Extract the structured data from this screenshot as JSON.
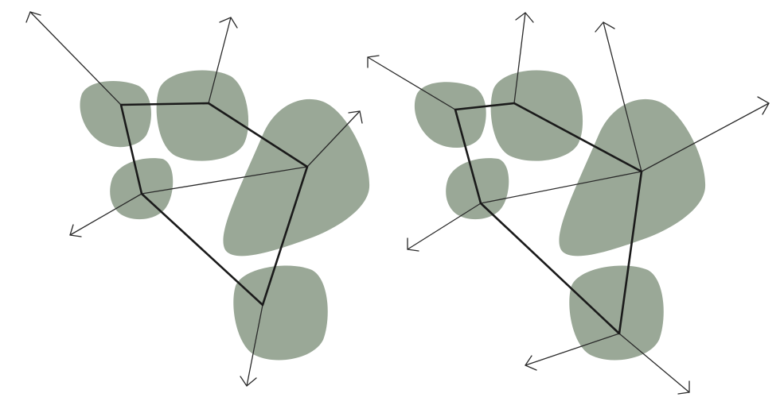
{
  "colors": {
    "background": "#ffffff",
    "region_fill": "#9aa897",
    "polygon_stroke": "#1a1a1a",
    "ray_stroke": "#2a2a2a"
  },
  "panels": [
    {
      "name": "left-panel",
      "polygon_edge_count": 5,
      "outward_ray_count": 5,
      "region_count": 5
    },
    {
      "name": "right-panel",
      "polygon_edge_count": 5,
      "outward_ray_count": 7,
      "region_count": 5
    }
  ]
}
